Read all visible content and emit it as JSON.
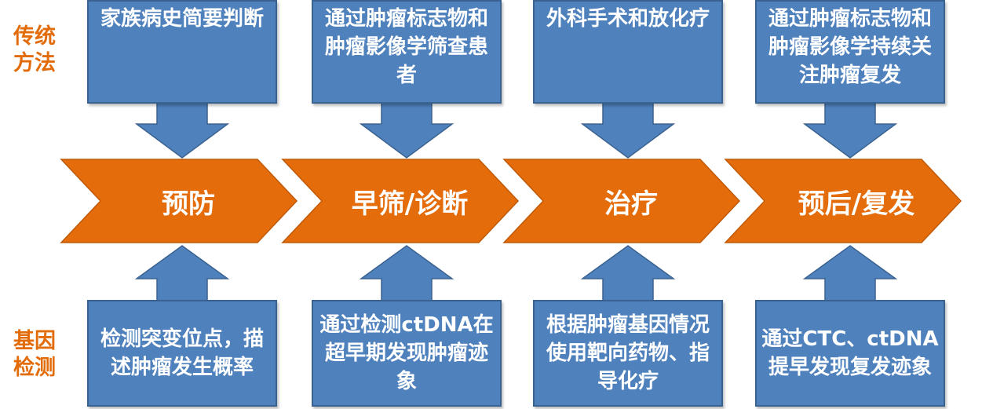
{
  "rows": {
    "top_label": "传统\n方法",
    "bottom_label": "基因\n检测"
  },
  "stages": [
    {
      "label": "预防",
      "traditional": "家族病史简要判断",
      "genetic": "检测突变位点，描述肿瘤发生概率"
    },
    {
      "label": "早筛/诊断",
      "traditional": "通过肿瘤标志物和肿瘤影像学筛查患者",
      "genetic": "通过检测ctDNA在超早期发现肿瘤迹象"
    },
    {
      "label": "治疗",
      "traditional": "外科手术和放化疗",
      "genetic": "根据肿瘤基因情况使用靶向药物、指导化疗"
    },
    {
      "label": "预后/复发",
      "traditional": "通过肿瘤标志物和肿瘤影像学持续关注肿瘤复发",
      "genetic": "通过CTC、ctDNA提早发现复发迹象"
    }
  ],
  "colors": {
    "chevron": "#e46c0a",
    "box": "#4f81bd",
    "label": "#e36c0a"
  }
}
